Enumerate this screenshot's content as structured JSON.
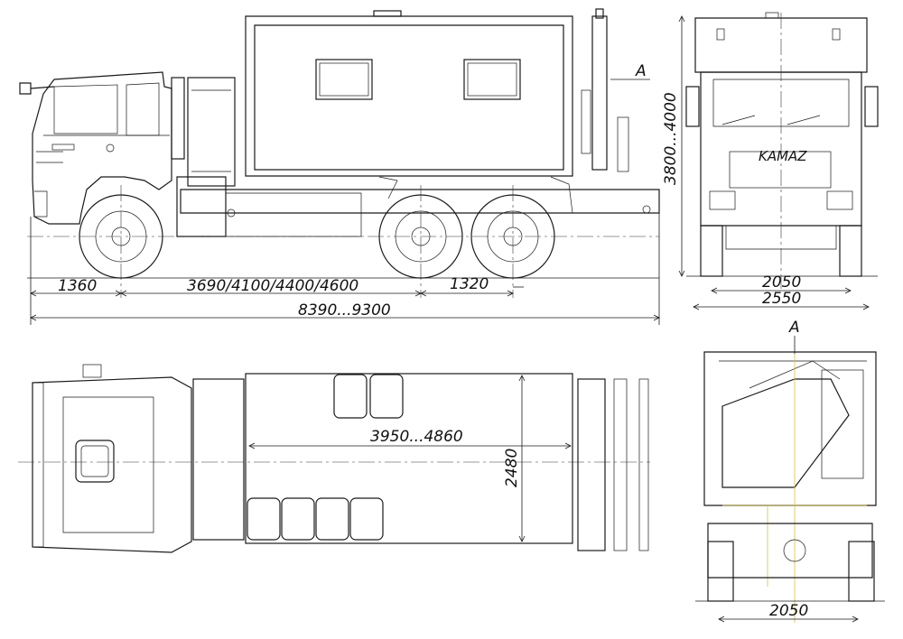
{
  "side_view": {
    "dims": {
      "front_overhang": "1360",
      "wheelbase": "3690/4100/4400/4600",
      "bogie_spacing": "1320",
      "overall_length": "8390...9300"
    },
    "section_marker": "A"
  },
  "front_view": {
    "dims": {
      "height": "3800...4000",
      "track": "2050",
      "width": "2550"
    },
    "brand": "KAMAZ"
  },
  "top_view": {
    "dims": {
      "body_length": "3950...4860",
      "body_width": "2480"
    }
  },
  "rear_view": {
    "section_marker": "A",
    "dims": {
      "track": "2050"
    }
  }
}
